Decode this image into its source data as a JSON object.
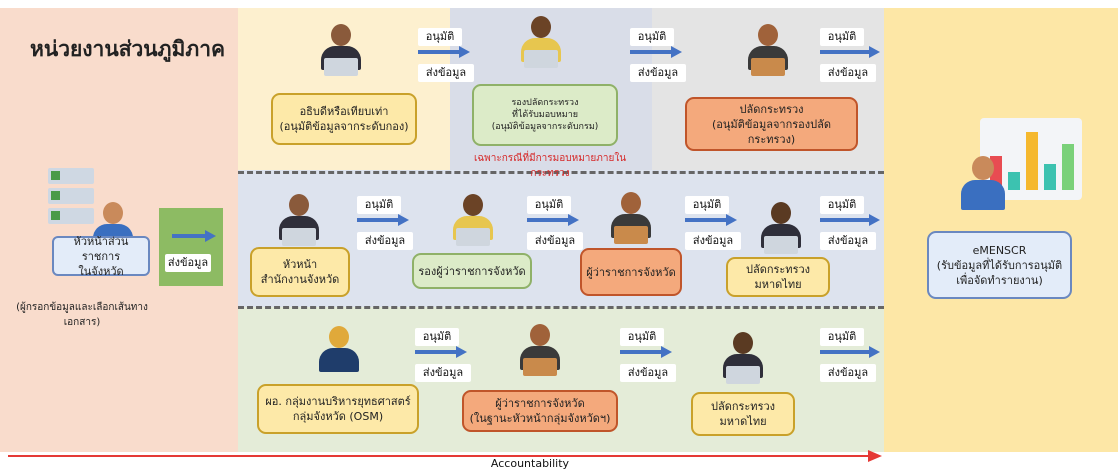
{
  "title": "หน่วยงานส่วนภูมิภาค",
  "colors": {
    "left_panel": "#f9dccc",
    "top_row_a": "#fdf0cf",
    "top_row_b": "#d9dde8",
    "top_row_c": "#e4e4e4",
    "mid_row": "#dde3ee",
    "bottom_row": "#e4ecd8",
    "right_panel": "#fde7a6",
    "arrow": "#4472c4",
    "accountability_arrow": "#e53935",
    "note_red": "#d62828"
  },
  "left": {
    "origin_box": "หัวหน้าส่วนราชการ\nในจังหวัด",
    "origin_note": "(ผู้กรอกข้อมูลและเลือกเส้นทาง\nเอกสาร)",
    "send_box": "ส่งข้อมูล"
  },
  "rows": {
    "top": {
      "box1": "อธิบดีหรือเทียบเท่า\n(อนุมัติข้อมูลจากระดับกอง)",
      "box2": "รองปลัดกระทรวง\nที่ได้รับมอบหมาย\n(อนุมัติข้อมูลจากระดับกรม)",
      "box3": "ปลัดกระทรวง\n(อนุมัติข้อมูลจากรองปลัดกระทรวง)",
      "note": "เฉพาะกรณีที่มีการมอบหมายภายในกระทรวง"
    },
    "middle": {
      "box1": "หัวหน้า\nสำนักงานจังหวัด",
      "box2": "รองผู้ว่าราชการจังหวัด",
      "box3": "ผู้ว่าราชการจังหวัด",
      "box4": "ปลัดกระทรวง\nมหาดไทย"
    },
    "bottom": {
      "box1": "ผอ. กลุ่มงานบริหารยุทธศาสตร์\nกลุ่มจังหวัด (OSM)",
      "box2": "ผู้ว่าราชการจังหวัด\n(ในฐานะหัวหน้ากลุ่มจังหวัดฯ)",
      "box3": "ปลัดกระทรวง\nมหาดไทย"
    }
  },
  "labels": {
    "approve": "อนุมัติ",
    "send": "ส่งข้อมูล"
  },
  "right": {
    "box": "eMENSCR\n(รับข้อมูลที่ได้รับการอนุมัติ\nเพื่อจัดทำรายงาน)"
  },
  "footer": {
    "accountability": "Accountability"
  }
}
